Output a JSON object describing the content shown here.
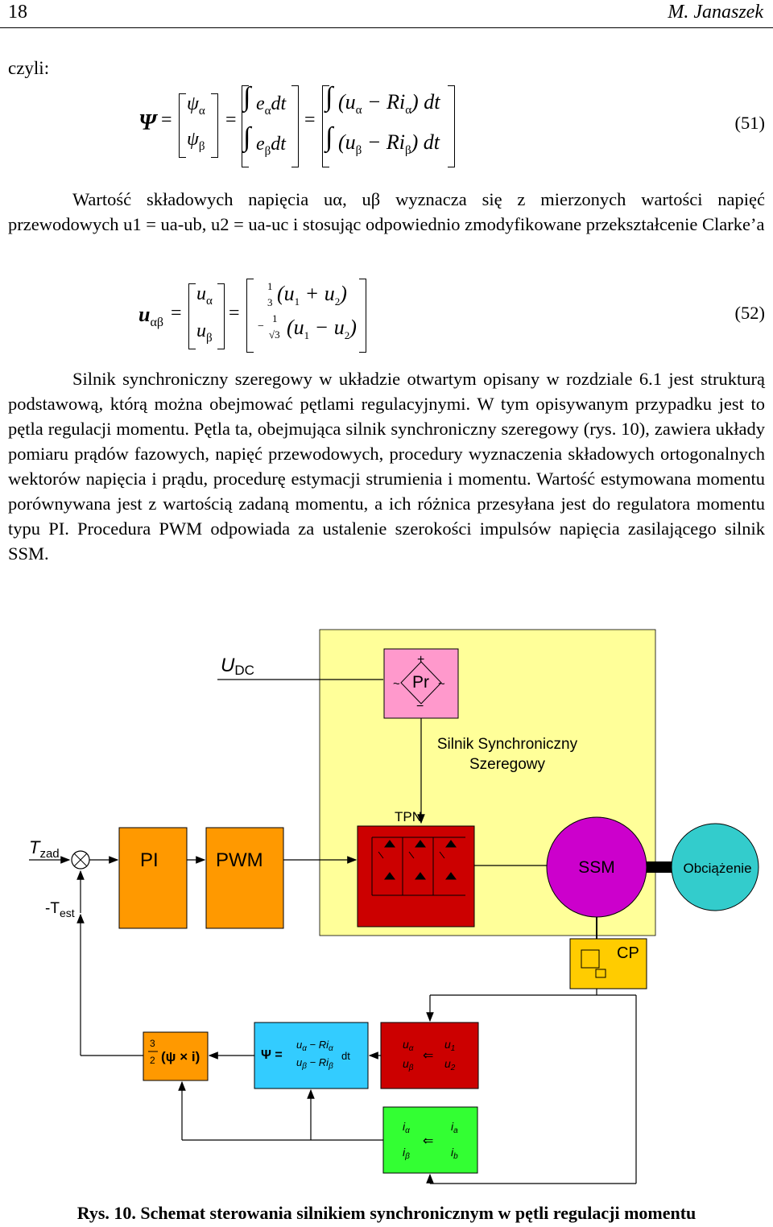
{
  "header": {
    "page_number": "18",
    "author": "M. Janaszek"
  },
  "intro": "czyli:",
  "eq51": {
    "lhs": "Ψ",
    "r1": [
      "ψ",
      "α"
    ],
    "r2": [
      "ψ",
      "β"
    ],
    "integ1": [
      "e",
      "α",
      "dt"
    ],
    "integ2": [
      "e",
      "β",
      "dt"
    ],
    "full1": [
      "u",
      "α",
      "Ri",
      "α",
      "dt"
    ],
    "full2": [
      "u",
      "β",
      "Ri",
      "β",
      "dt"
    ],
    "number": "(51)"
  },
  "paragraph1": "Wartość składowych napięcia uα, uβ wyznacza się z mierzonych wartości napięć przewodowych u1 = ua-ub, u2 = ua-uc i stosując odpowiednio zmodyfikowane przekształcenie Clarke’a",
  "eq52": {
    "lhs": "u",
    "lhs_sub": "αβ",
    "r1": [
      "u",
      "α"
    ],
    "r2": [
      "u",
      "β"
    ],
    "f1_num": "1",
    "f1_den": "3",
    "f2_num": "1",
    "f2_den": "3",
    "t1": [
      "u",
      "1",
      "u",
      "2"
    ],
    "t2": [
      "u",
      "1",
      "u",
      "2"
    ],
    "number": "(52)"
  },
  "paragraph2": "Silnik synchroniczny szeregowy w układzie otwartym opisany w rozdziale 6.1 jest strukturą podstawową, którą można obejmować pętlami regulacyjnymi. W tym opisywanym przypadku jest to pętla regulacji momentu. Pętla ta, obejmująca silnik synchroniczny szeregowy (rys. 10), zawiera układy pomiaru prądów fazowych, napięć przewodowych, procedury wyznaczenia składowych ortogonalnych wektorów napięcia i prądu, procedurę estymacji strumienia i momentu. Wartość estymowana momentu porównywana jest z wartością zadaną momentu, a ich różnica przesyłana jest do regulatora momentu typu PI. Procedura PWM odpowiada za ustalenie szerokości impulsów napięcia zasilającego silnik SSM.",
  "diagram": {
    "udc": "U",
    "udc_sub": "DC",
    "pr": "Pr",
    "plus": "+",
    "minus": "−",
    "tilde": "~",
    "motor_label_1": "Silnik Synchroniczny",
    "motor_label_2": "Szeregowy",
    "tpn": "TPN",
    "tzad": "T",
    "tzad_sub": "zad",
    "test": "-T",
    "test_sub": "est",
    "pi": "PI",
    "pwm": "PWM",
    "ssm": "SSM",
    "load": "Obciążenie",
    "cp": "CP",
    "torque_frac_num": "3",
    "torque_frac_den": "2",
    "torque_expr": "(ψ × i)",
    "flux_lhs": "Ψ =",
    "flux_r1": "u",
    "flux_r1_sub": "α",
    "flux_r1_b": "Ri",
    "flux_r1_bsub": "α",
    "flux_r2": "u",
    "flux_r2_sub": "β",
    "flux_r2_b": "Ri",
    "flux_r2_bsub": "β",
    "flux_dt": "dt",
    "volt_l1": "u",
    "volt_l1_sub": "α",
    "volt_l2": "u",
    "volt_l2_sub": "β",
    "volt_r1": "u",
    "volt_r1_sub": "1",
    "volt_r2": "u",
    "volt_r2_sub": "2",
    "cur_l1": "i",
    "cur_l1_sub": "α",
    "cur_l2": "i",
    "cur_l2_sub": "β",
    "cur_r1": "i",
    "cur_r1_sub": "a",
    "cur_r2": "i",
    "cur_r2_sub": "b",
    "arrow": "⇐",
    "colors": {
      "panel": "#ffff99",
      "rect": "#ff99cc",
      "orange": "#ff9900",
      "red": "#cc0000",
      "magenta": "#cc00cc",
      "cyan": "#33cccc",
      "lightcyan": "#33ccff",
      "green": "#33ff33",
      "cp": "#ffcc00"
    }
  },
  "caption": "Rys. 10. Schemat sterowania silnikiem synchronicznym w pętli regulacji momentu"
}
